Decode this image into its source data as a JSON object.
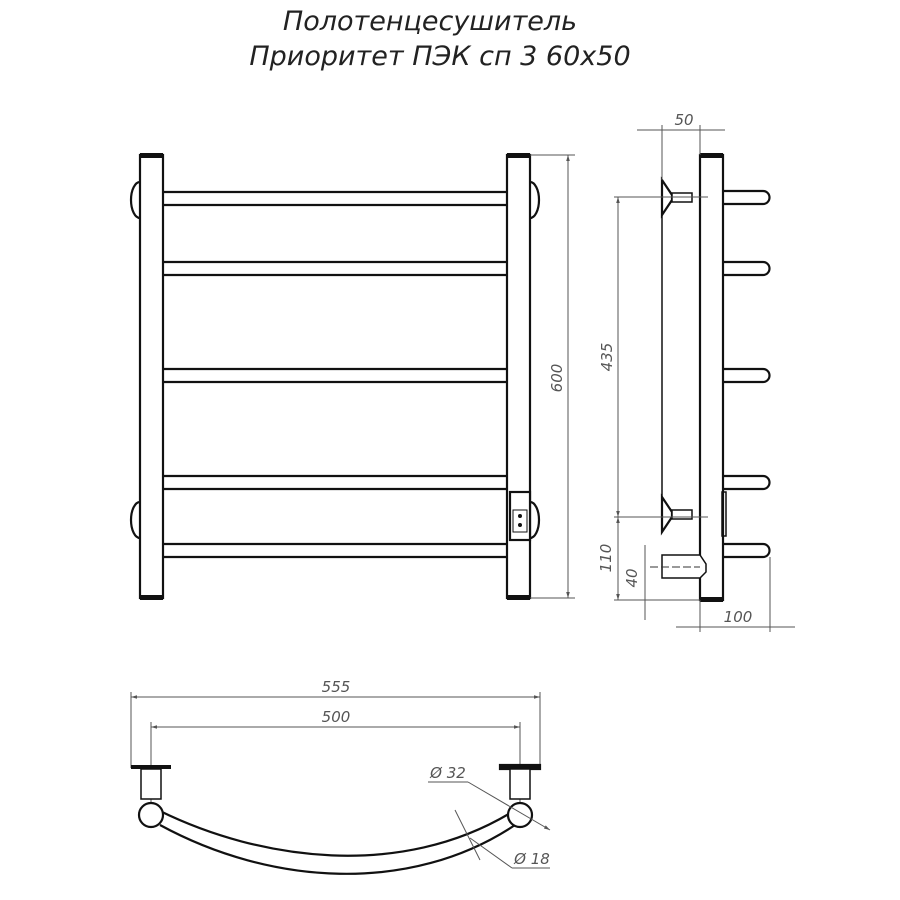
{
  "title": {
    "line1": "Полотенцесушитель",
    "line2": "Приоритет ПЭК сп 3 60х50"
  },
  "dimensions": {
    "height": "600",
    "depth": "50",
    "mount_spacing": "435",
    "bottom_offset": "110",
    "heater_offset": "40",
    "projection": "100",
    "total_width": "555",
    "axis_width": "500",
    "post_diameter": "Ø 32",
    "bar_diameter": "Ø 18"
  }
}
